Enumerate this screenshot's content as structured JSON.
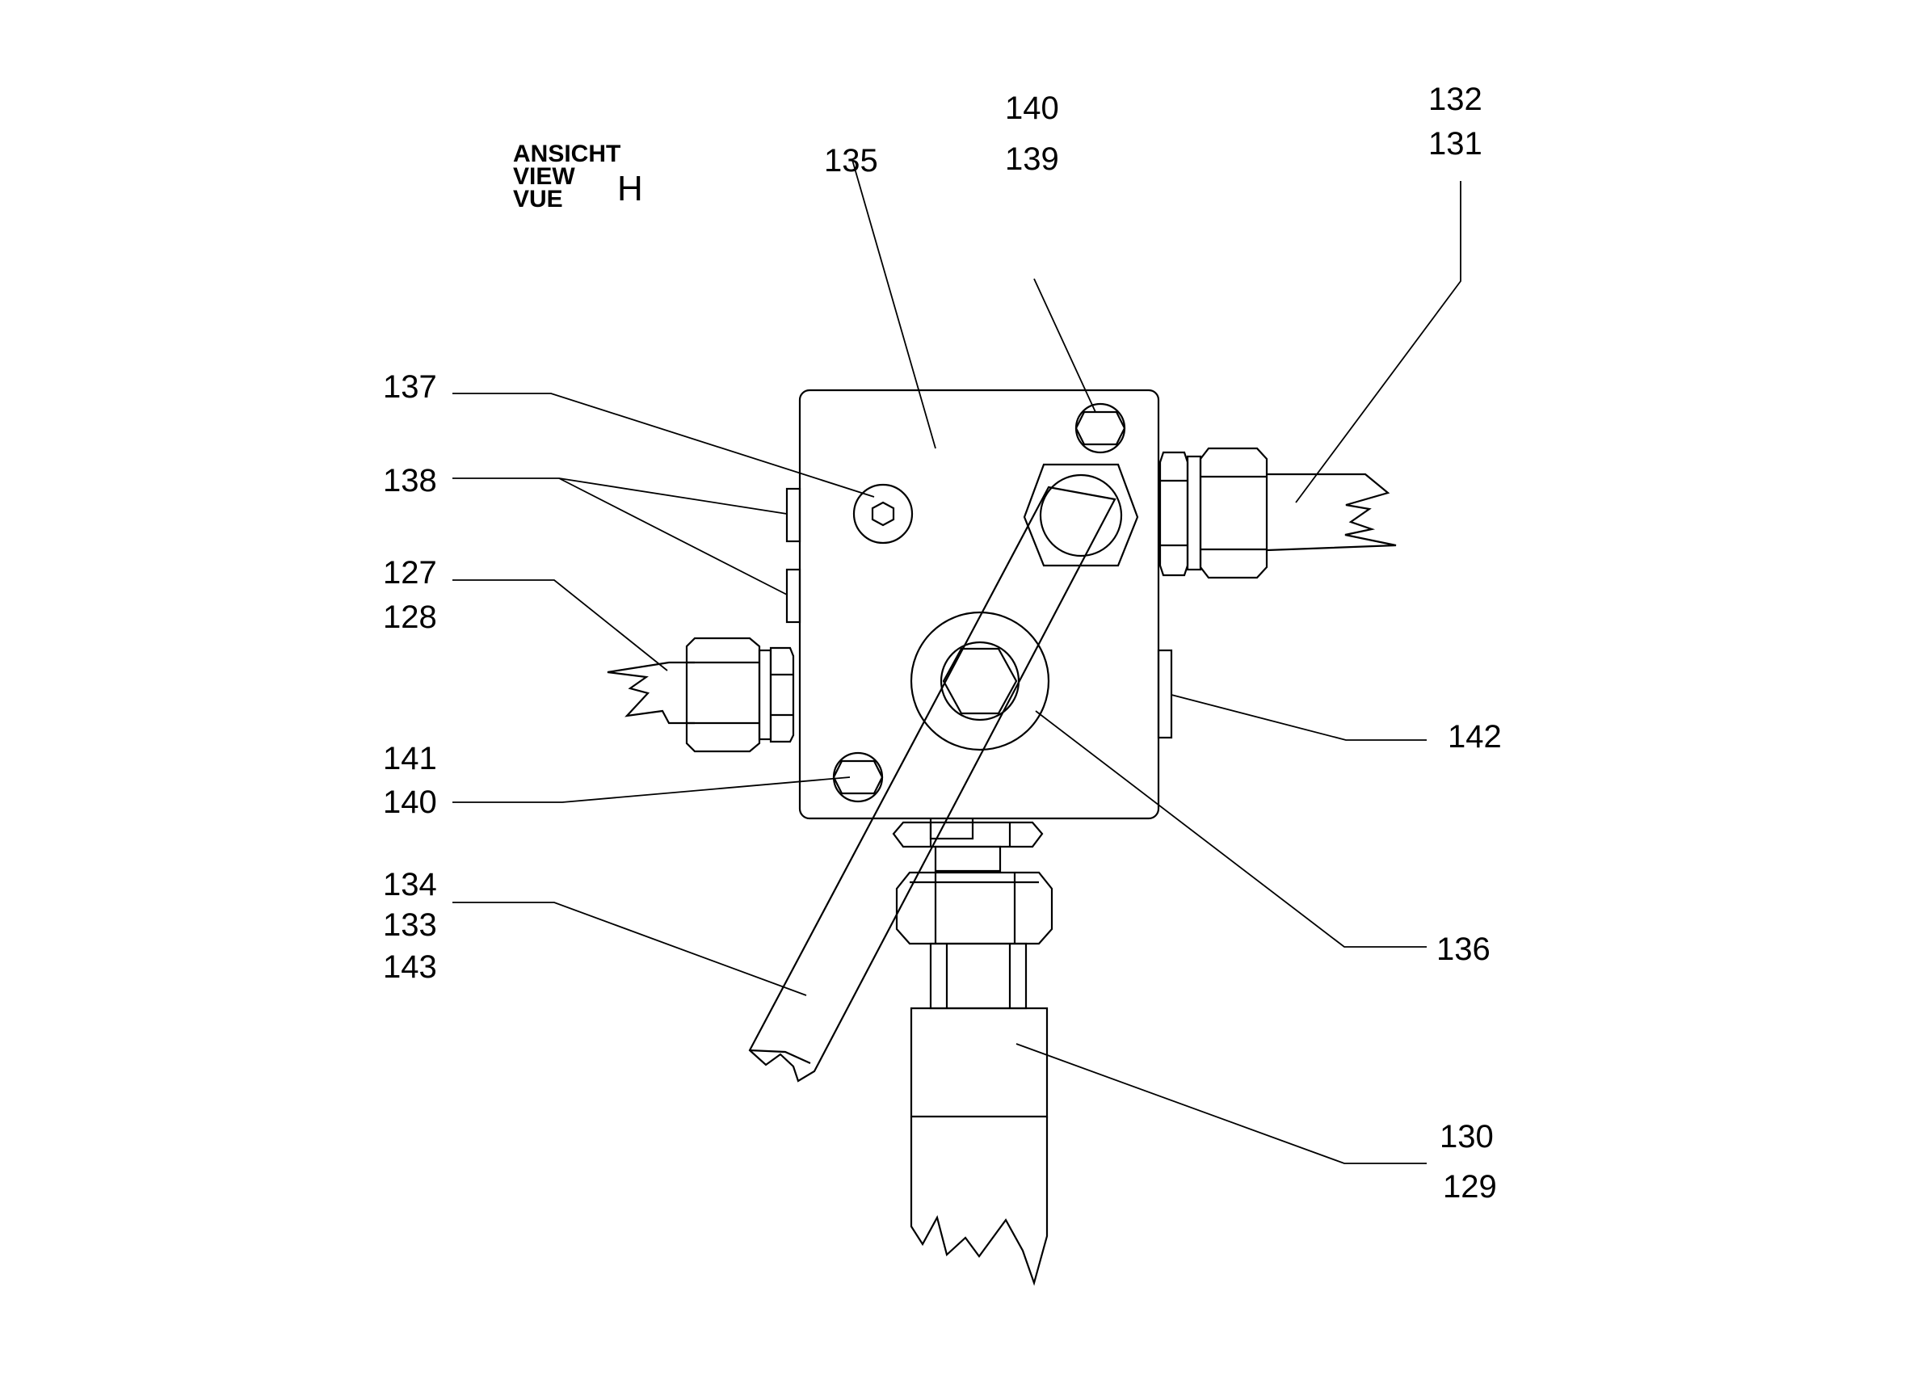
{
  "view": {
    "line1": "ANSICHT",
    "line2": "VIEW",
    "line3": "VUE",
    "letter": "H"
  },
  "labels": {
    "l135": "135",
    "l140_top": "140",
    "l139": "139",
    "l132": "132",
    "l131": "131",
    "l137": "137",
    "l138": "138",
    "l127": "127",
    "l128": "128",
    "l142": "142",
    "l141": "141",
    "l140_bottom": "140",
    "l134": "134",
    "l133": "133",
    "l143": "143",
    "l136": "136",
    "l130": "130",
    "l129": "129"
  }
}
